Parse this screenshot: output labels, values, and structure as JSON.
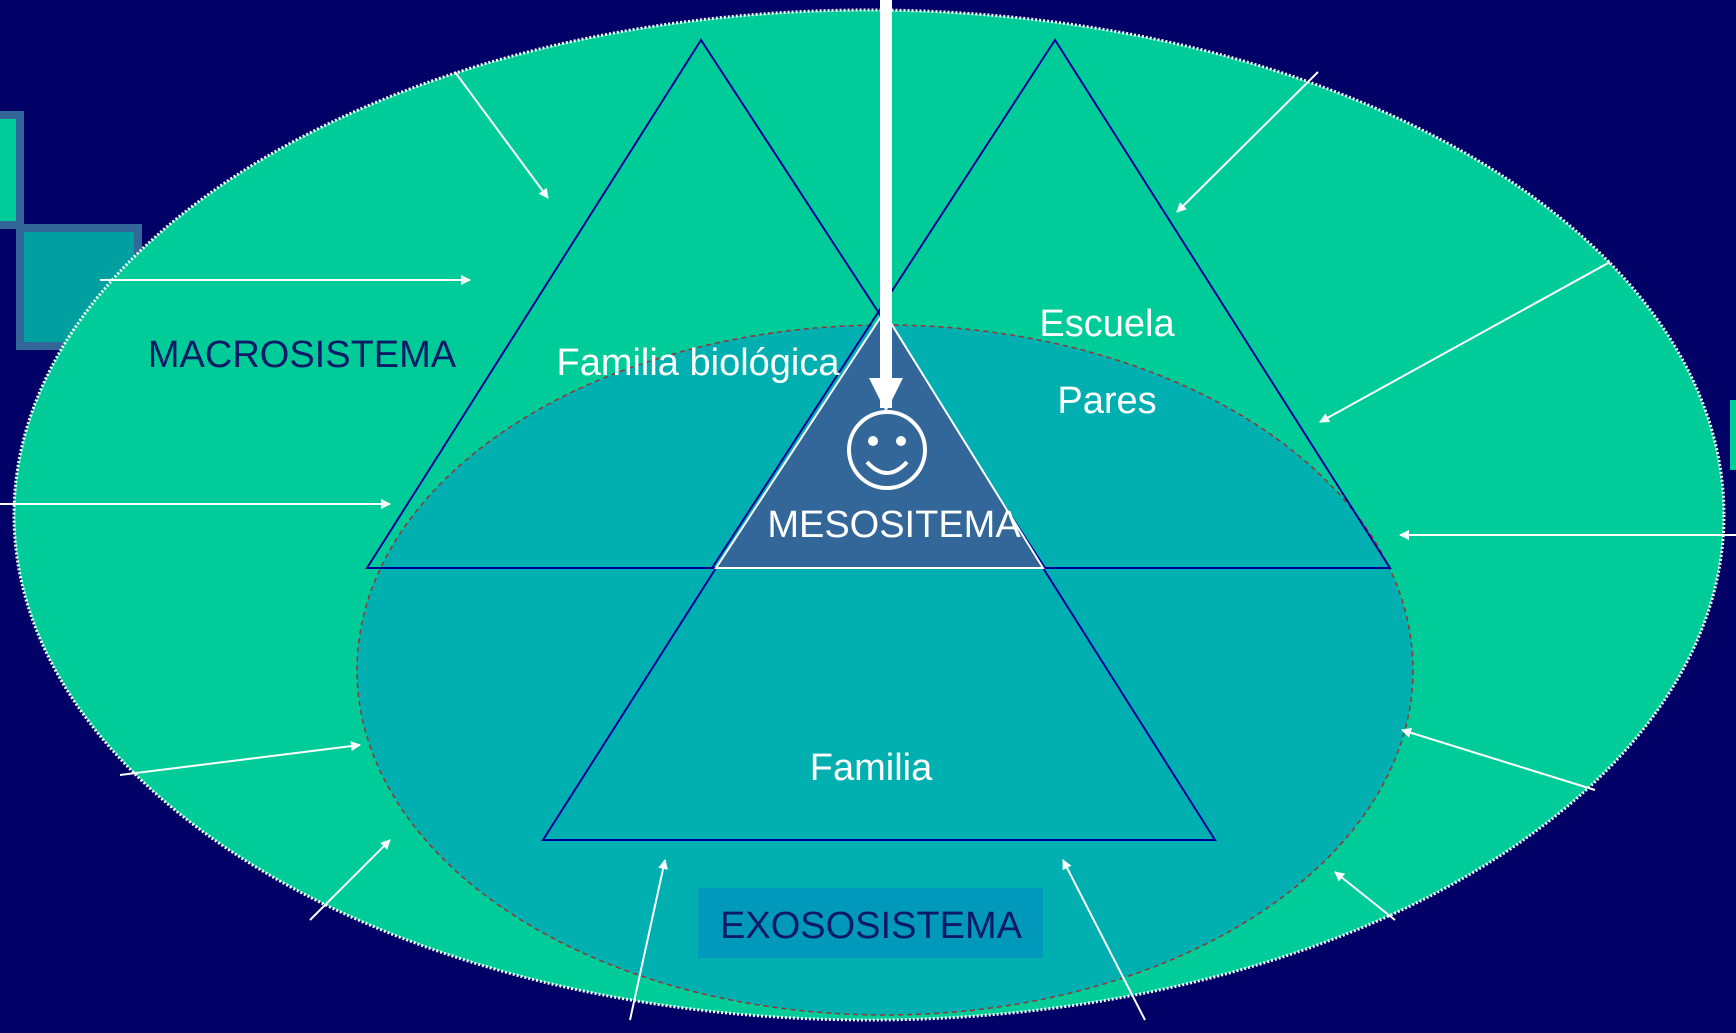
{
  "labels": {
    "macrosistema": "MACROSISTEMA",
    "exososistema": "EXOSOSISTEMA",
    "mesositema": "MESOSITEMA",
    "familia_biologica": "Familia biológica",
    "escuela": "Escuela",
    "pares": "Pares",
    "familia": "Familia"
  },
  "colors": {
    "background": "#000066",
    "macro_fill": "#00cc99",
    "exo_fill": "#00b0b0",
    "meso_fill": "#336699",
    "triangle_stroke": "#000099",
    "arrow": "#ffffff"
  },
  "icons": [
    "smiley-icon"
  ]
}
